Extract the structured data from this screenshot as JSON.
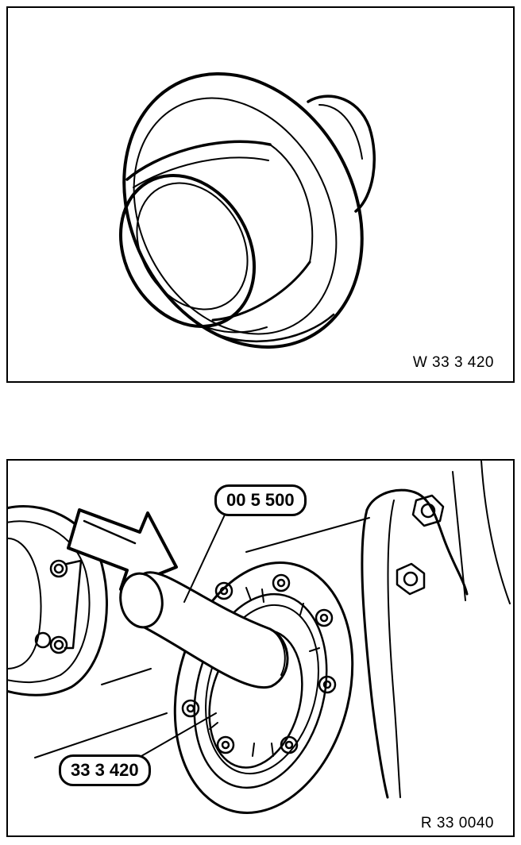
{
  "figures": [
    {
      "reference": "W 33 3 420"
    },
    {
      "reference": "R 33 0040",
      "callouts": [
        {
          "label": "00 5 500"
        },
        {
          "label": "33 3 420"
        }
      ]
    }
  ],
  "colors": {
    "ink": "#000000",
    "background": "#ffffff"
  }
}
